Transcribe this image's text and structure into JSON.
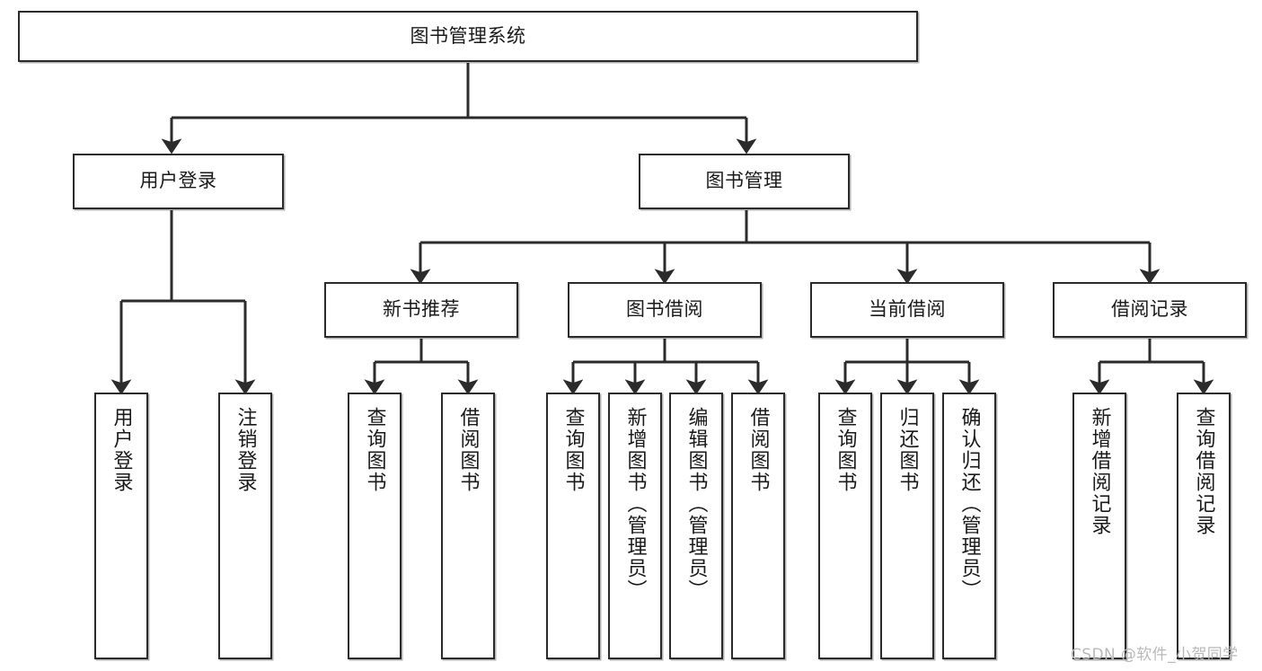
{
  "diagram": {
    "title": "图书管理系统",
    "watermark": "CSDN @软件_小贺同学",
    "colors": {
      "box_border": "#2b2b2b",
      "box_fill": "#ffffff",
      "edge": "#2b2b2b",
      "text": "#1a1a1a",
      "watermark": "#b9b9b9",
      "background": "#ffffff"
    },
    "nodes": {
      "root": {
        "label": "图书管理系统",
        "orientation": "horizontal"
      },
      "tier2": [
        {
          "label": "用户登录",
          "orientation": "horizontal"
        },
        {
          "label": "图书管理",
          "orientation": "horizontal"
        }
      ],
      "tier3": [
        {
          "label": "新书推荐",
          "orientation": "horizontal"
        },
        {
          "label": "图书借阅",
          "orientation": "horizontal"
        },
        {
          "label": "当前借阅",
          "orientation": "horizontal"
        },
        {
          "label": "借阅记录",
          "orientation": "horizontal"
        }
      ],
      "leaves_user_login": [
        {
          "label": "用户登录",
          "orientation": "vertical"
        },
        {
          "label": "注销登录",
          "orientation": "vertical"
        }
      ],
      "leaves_new_books": [
        {
          "label": "查询图书",
          "orientation": "vertical"
        },
        {
          "label": "借阅图书",
          "orientation": "vertical"
        }
      ],
      "leaves_borrow": [
        {
          "label": "查询图书",
          "orientation": "vertical"
        },
        {
          "label": "新增图书（管理员）",
          "orientation": "vertical"
        },
        {
          "label": "编辑图书（管理员）",
          "orientation": "vertical"
        },
        {
          "label": "借阅图书",
          "orientation": "vertical"
        }
      ],
      "leaves_current": [
        {
          "label": "查询图书",
          "orientation": "vertical"
        },
        {
          "label": "归还图书",
          "orientation": "vertical"
        },
        {
          "label": "确认归还（管理员）",
          "orientation": "vertical"
        }
      ],
      "leaves_records": [
        {
          "label": "新增借阅记录",
          "orientation": "vertical"
        },
        {
          "label": "查询借阅记录",
          "orientation": "vertical"
        }
      ]
    }
  }
}
